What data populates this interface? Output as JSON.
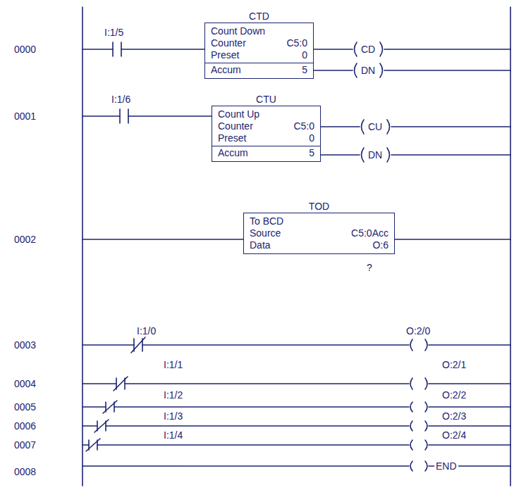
{
  "diagram": {
    "nodes": [
      {
        "text": [
          "CTD",
          "Count Down",
          "Counter",
          "C5:0",
          "Preset",
          "0",
          "Accum",
          "5"
        ]
      },
      {
        "text": [
          "CTU",
          "Count Up",
          "Counter",
          "C5:0",
          "Preset",
          "0",
          "Accum",
          "5"
        ]
      },
      {
        "text": [
          "TOD",
          "To BCD",
          "Source",
          "C5:0Acc",
          "Data",
          "O:6"
        ]
      }
    ],
    "labels": [
      "0000",
      "0001",
      "0002",
      "0003",
      "0004",
      "0005",
      "0006",
      "0007",
      "0008",
      "I:1/5",
      "CD",
      "DN",
      "I:1/6",
      "CU",
      "DN",
      "?",
      "I:1/0",
      "O:2/0",
      "I:1/1",
      "O:2/1",
      "I:1/2",
      "O:2/2",
      "I:1/3",
      "O:2/3",
      "I:1/4",
      "O:2/4",
      "END"
    ]
  }
}
